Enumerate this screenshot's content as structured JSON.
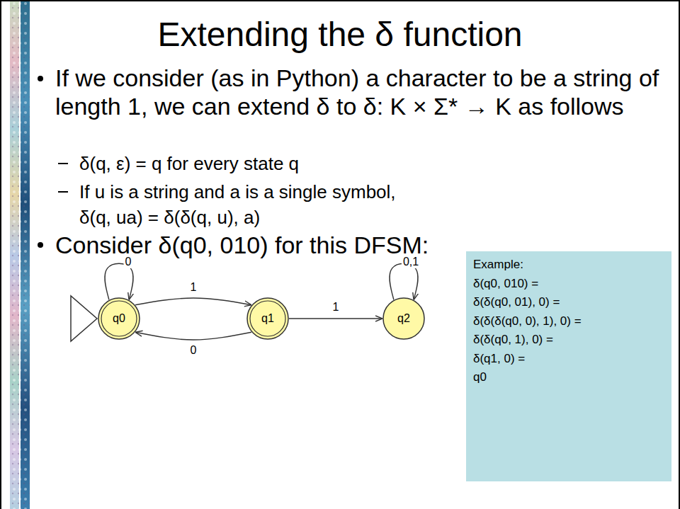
{
  "diagram": {
    "title": "Extending the δ function",
    "nodes": [
      {
        "text": [
          "q0"
        ]
      },
      {
        "text": [
          "q1"
        ]
      },
      {
        "text": [
          "q2"
        ]
      },
      {
        "text": [
          "Example:",
          "δ(q0, 010) =",
          "δ(δ(q0, 01), 0) =",
          "δ(δ(δ(q0, 0), 1), 0) =",
          "δ(δ(q0, 1), 0) =",
          "δ(q1, 0) =",
          "q0"
        ]
      }
    ],
    "edges": [
      {
        "from": 0,
        "to": 0,
        "label": "0",
        "arrow": "to"
      },
      {
        "from": 0,
        "to": 1,
        "label": "1",
        "arrow": "to"
      },
      {
        "from": 1,
        "to": 0,
        "label": "0",
        "arrow": "to"
      },
      {
        "from": 1,
        "to": 2,
        "label": "1",
        "arrow": "to"
      },
      {
        "from": 2,
        "to": 2,
        "label": "0,1",
        "arrow": "to"
      }
    ],
    "labels": [
      "If we consider (as in Python) a character to be a string of length 1, we can extend δ to δ: K × Σ* → K as follows",
      "δ(q, ε) = q for every state q",
      "If u is a string and a is a single symbol, δ(q, ua) = δ(δ(q, u), a)",
      "Consider δ(q0, 010) for this DFSM:"
    ]
  }
}
